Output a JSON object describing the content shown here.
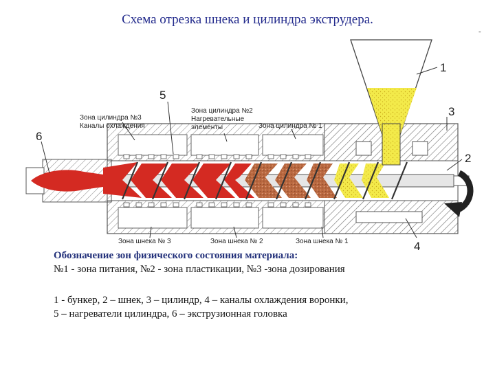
{
  "title": "Схема отрезка шнека и цилиндра экструдера.",
  "corner_mark": "-",
  "labels": {
    "barrel_zone3": "Зона цилиндра №3",
    "cooling_channels": "Каналы охлаждения",
    "barrel_zone2": "Зона цилиндра №2",
    "heating_elements_1": "Нагревательные",
    "heating_elements_2": "элементы",
    "barrel_zone1": "Зона цилиндра № 1",
    "screw_zone3": "Зона шнека № 3",
    "screw_zone2": "Зона шнека № 2",
    "screw_zone1": "Зона шнека № 1"
  },
  "numbers": {
    "n1": "1",
    "n2": "2",
    "n3": "3",
    "n4": "4",
    "n5": "5",
    "n6": "6"
  },
  "legend": {
    "heading": "Обозначение зон физического состояния материала:",
    "zones": "№1 - зона питания, №2 - зона пластикации, №3 -зона дозирования"
  },
  "description": {
    "line1": "1 - бункер, 2 – шнек, 3 – цилиндр, 4 – каналы охлаждения воронки,",
    "line2": "5 – нагреватели цилиндра, 6 – экструзионная головка"
  },
  "colors": {
    "melt": "#d42a22",
    "plasticizing": "#b86a48",
    "pellets": "#f0e53c",
    "hatch": "#888888",
    "title": "#222a8c"
  }
}
